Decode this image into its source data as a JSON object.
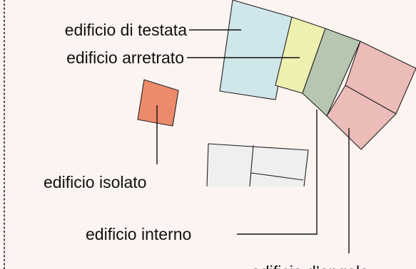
{
  "labels": {
    "edificio_di_testata": "edificio di testata",
    "edificio_arretrato": "edificio arretrato",
    "edificio_isolato": "edificio isolato",
    "edificio_interno": "edificio interno",
    "edificio_d_angolo": "edificio d’angolo"
  },
  "colors": {
    "background": "#fcf4f1",
    "testata": "#cfe6ea",
    "arretrato": "#eef0b0",
    "interno": "#b6c6b0",
    "angolo": "#ebbcb8",
    "isolato": "#ec8a6c",
    "block_gray": "#efefef",
    "line": "#111111"
  }
}
